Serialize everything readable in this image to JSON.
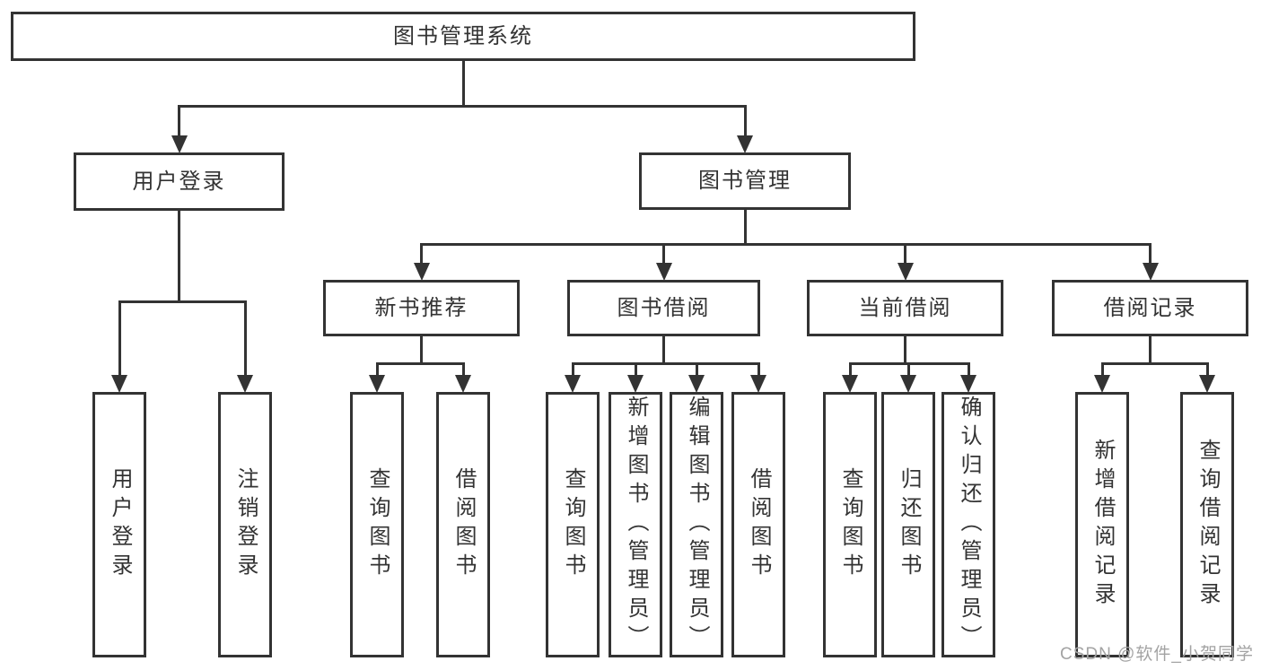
{
  "diagram": {
    "title": "图书管理系统",
    "type": "hierarchy-tree",
    "nodes": [
      {
        "id": "root",
        "label": "图书管理系统",
        "level": 1,
        "parent": null
      },
      {
        "id": "login",
        "label": "用户登录",
        "level": 2,
        "parent": "root"
      },
      {
        "id": "mgmt",
        "label": "图书管理",
        "level": 2,
        "parent": "root"
      },
      {
        "id": "recommend",
        "label": "新书推荐",
        "level": 3,
        "parent": "mgmt"
      },
      {
        "id": "borrow",
        "label": "图书借阅",
        "level": 3,
        "parent": "mgmt"
      },
      {
        "id": "current",
        "label": "当前借阅",
        "level": 3,
        "parent": "mgmt"
      },
      {
        "id": "record",
        "label": "借阅记录",
        "level": 3,
        "parent": "mgmt"
      },
      {
        "id": "login-1",
        "label": "用户登录",
        "level": 4,
        "parent": "login"
      },
      {
        "id": "login-2",
        "label": "注销登录",
        "level": 4,
        "parent": "login"
      },
      {
        "id": "recommend-1",
        "label": "查询图书",
        "level": 4,
        "parent": "recommend"
      },
      {
        "id": "recommend-2",
        "label": "借阅图书",
        "level": 4,
        "parent": "recommend"
      },
      {
        "id": "borrow-1",
        "label": "查询图书",
        "level": 4,
        "parent": "borrow"
      },
      {
        "id": "borrow-2",
        "label": "新增图书（管理员）",
        "level": 4,
        "parent": "borrow"
      },
      {
        "id": "borrow-3",
        "label": "编辑图书（管理员）",
        "level": 4,
        "parent": "borrow"
      },
      {
        "id": "borrow-4",
        "label": "借阅图书",
        "level": 4,
        "parent": "borrow"
      },
      {
        "id": "current-1",
        "label": "查询图书",
        "level": 4,
        "parent": "current"
      },
      {
        "id": "current-2",
        "label": "归还图书",
        "level": 4,
        "parent": "current"
      },
      {
        "id": "current-3",
        "label": "确认归还（管理员）",
        "level": 4,
        "parent": "current"
      },
      {
        "id": "record-1",
        "label": "新增借阅记录",
        "level": 4,
        "parent": "record"
      },
      {
        "id": "record-2",
        "label": "查询借阅记录",
        "level": 4,
        "parent": "record"
      }
    ],
    "colors": {
      "line": "#333333",
      "text": "#333333",
      "background": "#ffffff",
      "watermark": "#a3a3a3"
    },
    "watermark": "CSDN @软件_小贺同学"
  }
}
